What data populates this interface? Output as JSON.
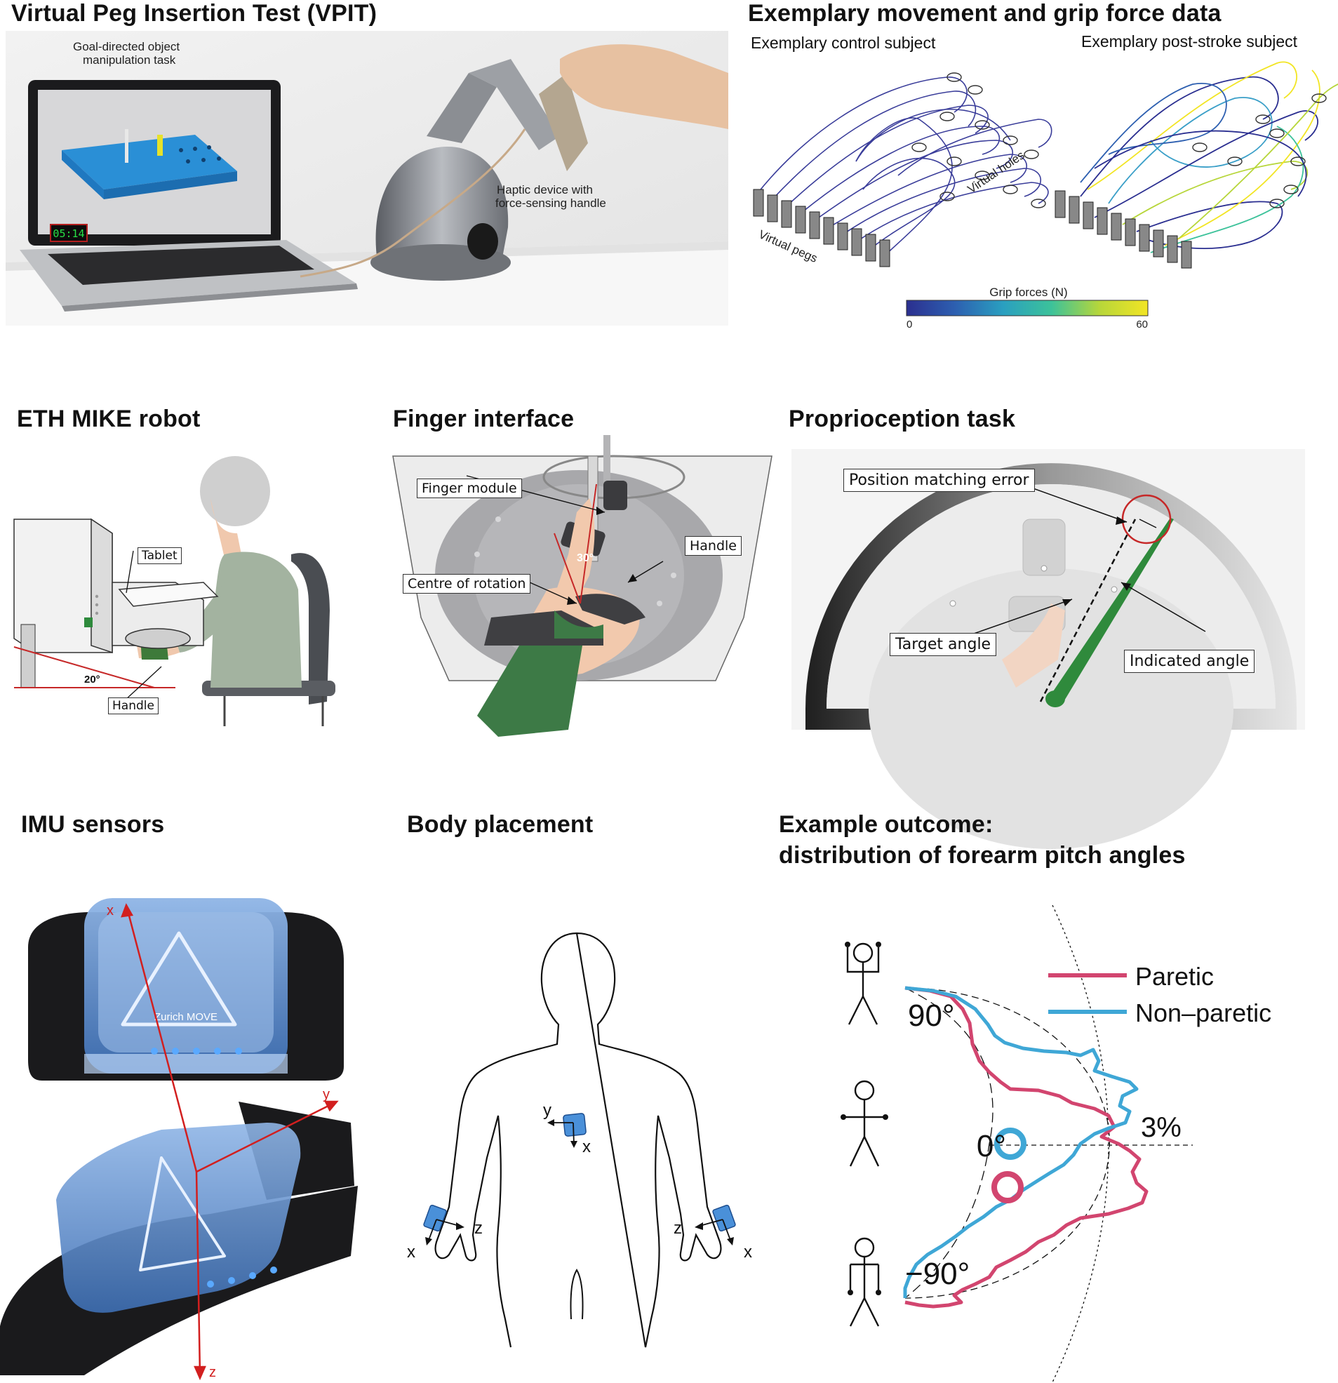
{
  "panels": {
    "vpit": {
      "title": "Virtual Peg Insertion Test (VPIT)",
      "task_label": "Goal-directed object manipulation task",
      "task_label_line1": "Goal-directed object",
      "task_label_line2": "manipulation task",
      "device_label_line1": "Haptic device with",
      "device_label_line2": "force-sensing handle",
      "timer": "05:14"
    },
    "movement": {
      "title": "Exemplary movement and grip force data",
      "control_label": "Exemplary control subject",
      "stroke_label": "Exemplary post-stroke subject",
      "pegs_label": "Virtual pegs",
      "holes_label": "Virtual holes",
      "colorbar": {
        "title": "Grip forces (N)",
        "min": "0",
        "max": "60",
        "colors": [
          "#2b2f8f",
          "#2d5fb0",
          "#2a9fc0",
          "#3cc29a",
          "#b7d63a",
          "#f2e524"
        ]
      }
    },
    "mike": {
      "title": "ETH MIKE robot",
      "tablet_label": "Tablet",
      "handle_label": "Handle",
      "angle_label": "20°"
    },
    "finger": {
      "title": "Finger interface",
      "finger_module_label": "Finger module",
      "handle_label": "Handle",
      "centre_label": "Centre of rotation",
      "angle_label": "30°"
    },
    "proprio": {
      "title": "Proprioception task",
      "error_label": "Position matching error",
      "target_label": "Target angle",
      "indicated_label": "Indicated angle"
    },
    "imu": {
      "title": "IMU sensors",
      "brand": "Zurich MOVE",
      "axis_x": "x",
      "axis_y": "y",
      "axis_z": "z"
    },
    "body": {
      "title": "Body placement",
      "axis_x": "x",
      "axis_y": "y",
      "axis_z": "z"
    },
    "outcome": {
      "title_line1": "Example outcome:",
      "title_line2": "distribution of forearm pitch angles",
      "legend": [
        {
          "name": "Paretic",
          "color": "#d2456f"
        },
        {
          "name": "Non–paretic",
          "color": "#3fa7d6"
        }
      ],
      "label_90": "90°",
      "label_0": "0°",
      "label_m90": "−90°",
      "label_3pct": "3%"
    }
  }
}
